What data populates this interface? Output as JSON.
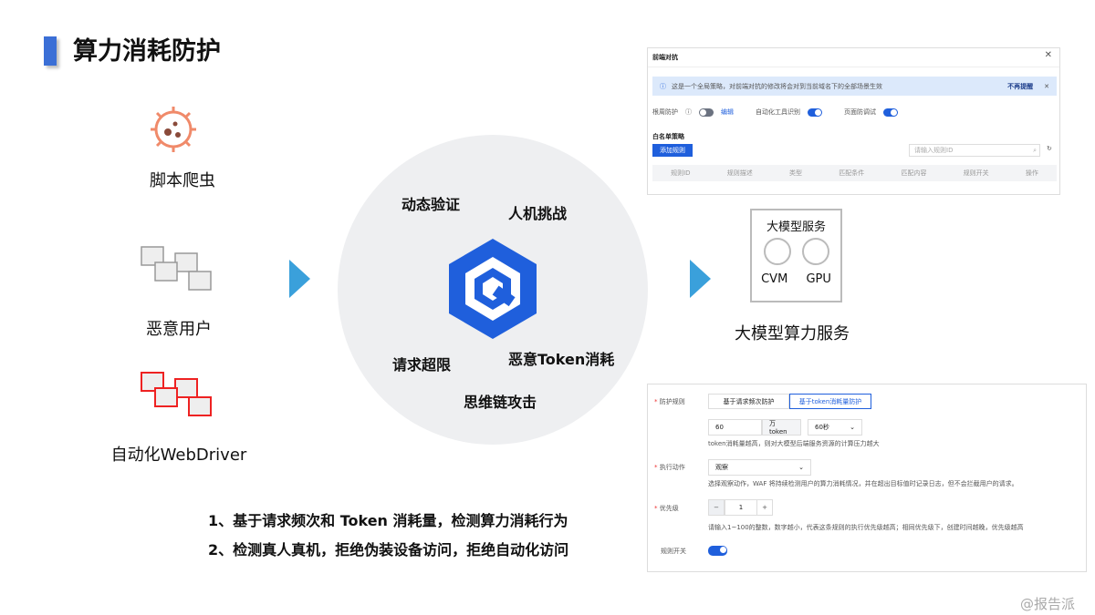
{
  "title": "算力消耗防护",
  "threats": [
    "脚本爬虫",
    "恶意用户",
    "自动化WebDriver"
  ],
  "center": {
    "labels": [
      "动态验证",
      "人机挑战",
      "请求超限",
      "恶意Token消耗",
      "思维链攻击"
    ]
  },
  "service": {
    "box_title": "大模型服务",
    "items": [
      "CVM",
      "GPU"
    ],
    "caption": "大模型算力服务"
  },
  "bullets": [
    "1、基于请求频次和 Token 消耗量，检测算力消耗行为",
    "2、检测真人真机，拒绝伪装设备访问，拒绝自动化访问"
  ],
  "watermark": "@报告派",
  "panel_top": {
    "title": "前端对抗",
    "notice": "这是一个全局策略，对前端对抗的修改将会对到当前域名下的全部场景生效",
    "notice_dismiss": "不再提醒",
    "toggles": [
      {
        "label": "根周防护",
        "on": false,
        "link": "编辑"
      },
      {
        "label": "自动化工具识别",
        "on": true
      },
      {
        "label": "页面防调试",
        "on": true
      }
    ],
    "section": "白名单策略",
    "add_button": "添加规则",
    "search_placeholder": "请输入规则ID",
    "columns": [
      "规则ID",
      "规则描述",
      "类型",
      "匹配条件",
      "匹配内容",
      "规则开关",
      "操作"
    ]
  },
  "panel_bottom": {
    "rule_label": "防护规则",
    "rule_tabs": [
      "基于请求频次防护",
      "基于token消耗量防护"
    ],
    "active_tab": 1,
    "amount": "60",
    "unit": "万 token",
    "period": "60秒",
    "hint1": "token消耗量越高，则对大模型后端服务资源的计算压力越大",
    "action_label": "执行动作",
    "action": "观察",
    "hint2": "选择观察动作，WAF 将持续检测用户的算力消耗情况，并在超出目标值时记录日志，但不会拦截用户的请求。",
    "priority_label": "优先级",
    "priority": "1",
    "minus": "−",
    "plus": "+",
    "hint3": "请输入1~100的整数，数字越小，代表这条规则的执行优先级越高；相同优先级下，创建时间越晚，优先级越高",
    "switch_label": "规则开关",
    "switch_on": true
  },
  "colors": {
    "accent": "#1f5fdc",
    "arrow": "#3aa0db"
  }
}
